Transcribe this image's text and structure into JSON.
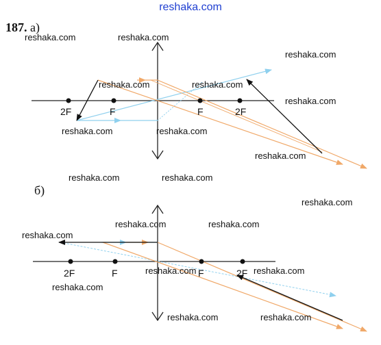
{
  "header": {
    "site": "reshaka.com"
  },
  "problem": {
    "number": "187.",
    "part_a": "а)",
    "part_b": "б)"
  },
  "labels": {
    "two_f": "2F",
    "f": "F"
  },
  "watermark": "reshaka.com",
  "colors": {
    "axis": "#222222",
    "ray_blue": "#8fd0ee",
    "ray_orange": "#f0a868",
    "image_arrow": "#111111",
    "header_link": "#1f3fd1"
  }
}
